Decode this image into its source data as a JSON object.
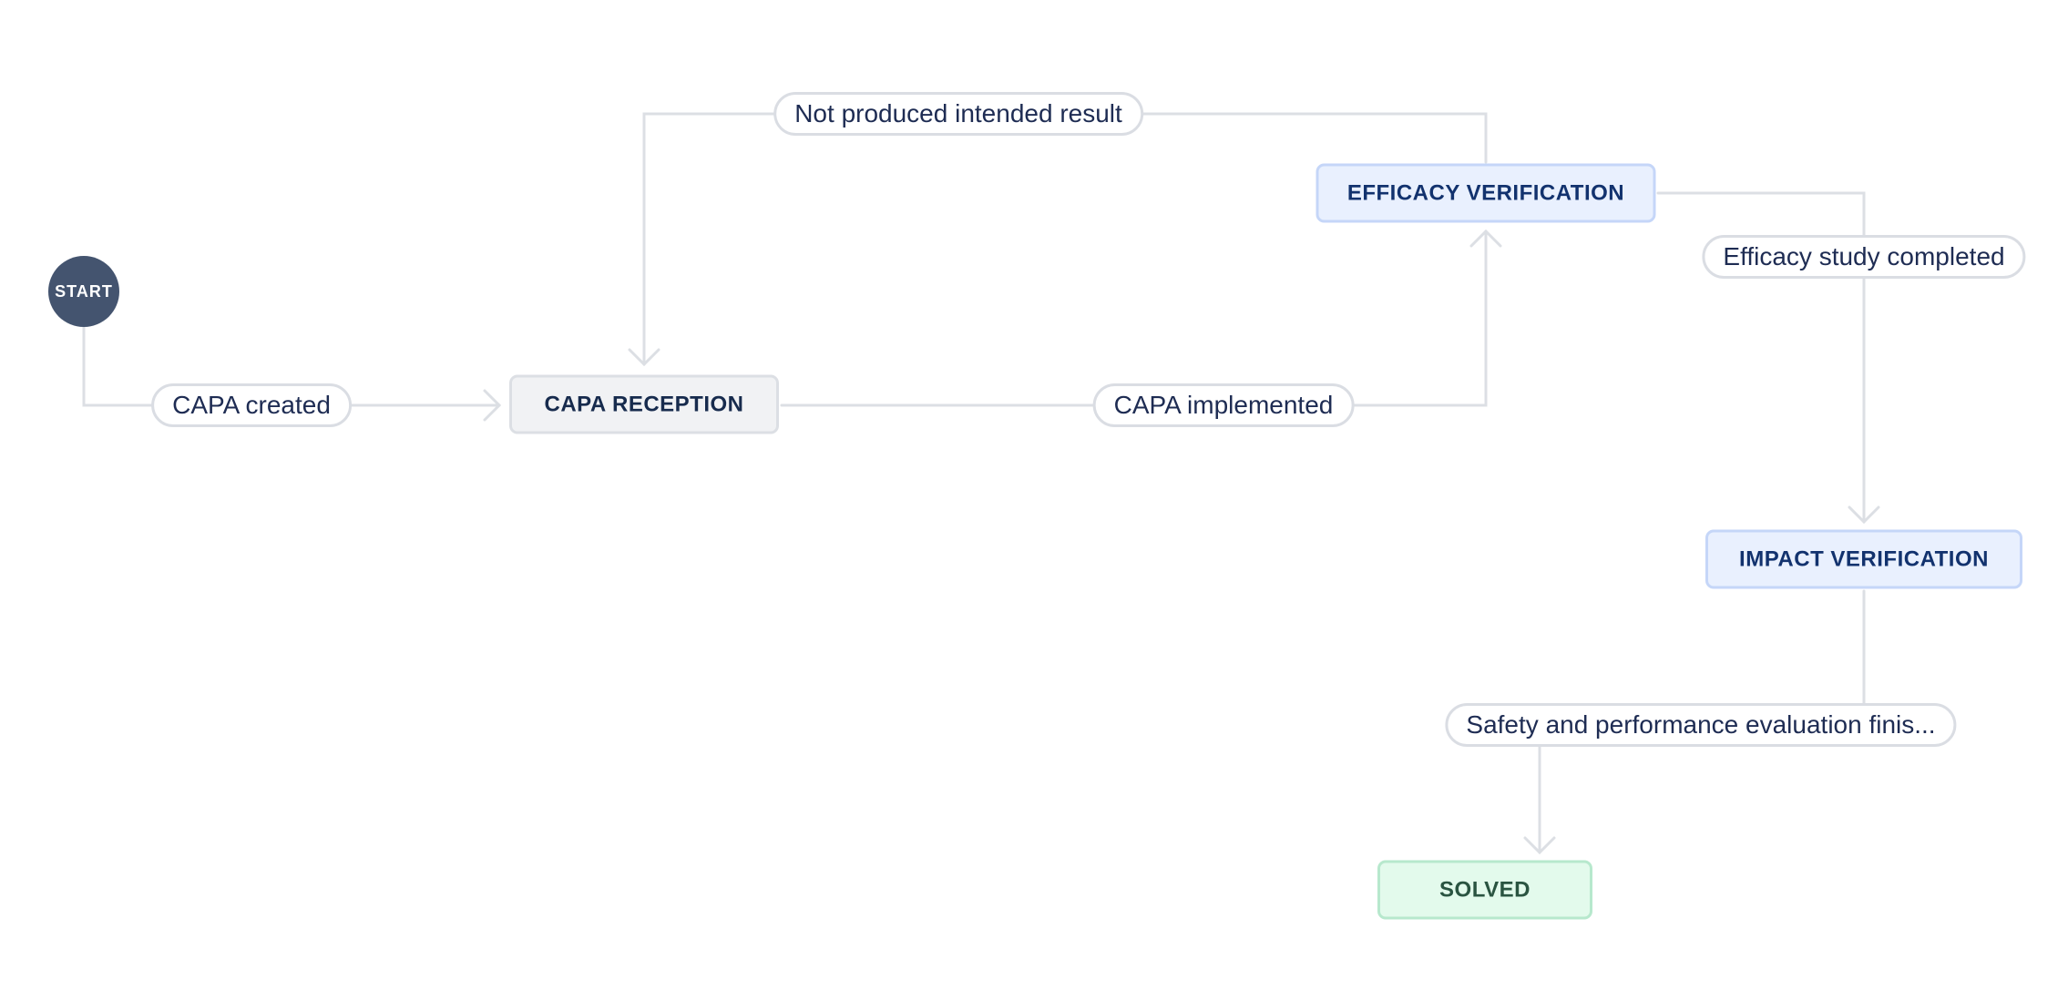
{
  "diagram": {
    "start": {
      "label": "START"
    },
    "statuses": [
      {
        "id": "capa-reception",
        "label": "CAPA RECEPTION",
        "category": "todo"
      },
      {
        "id": "efficacy-verification",
        "label": "EFFICACY VERIFICATION",
        "category": "inprogress"
      },
      {
        "id": "impact-verification",
        "label": "IMPACT VERIFICATION",
        "category": "inprogress"
      },
      {
        "id": "solved",
        "label": "SOLVED",
        "category": "done"
      }
    ],
    "transitions": [
      {
        "label": "CAPA created",
        "from": "start",
        "to": "capa-reception"
      },
      {
        "label": "CAPA implemented",
        "from": "capa-reception",
        "to": "efficacy-verification"
      },
      {
        "label": "Not produced intended result",
        "from": "efficacy-verification",
        "to": "capa-reception"
      },
      {
        "label": "Efficacy study completed",
        "from": "efficacy-verification",
        "to": "impact-verification"
      },
      {
        "label": "Safety and performance evaluation finis...",
        "from": "impact-verification",
        "to": "solved"
      }
    ],
    "colors": {
      "canvas_bg": "#FFFFFF",
      "connector_line": "#DCDFE4",
      "start_node_bg": "#44546F",
      "status_todo_bg": "#F1F2F4",
      "status_todo_border": "#DCDFE4",
      "status_todo_text": "#172B4D",
      "status_inprogress_bg": "#E9F0FE",
      "status_inprogress_border": "#C5D6F8",
      "status_inprogress_text": "#12326E",
      "status_done_bg": "#E3FAEC",
      "status_done_border": "#B7E8CD",
      "status_done_text": "#2A5441",
      "label_pill_border": "#DADDE3",
      "label_pill_text": "#1E2C53"
    }
  }
}
